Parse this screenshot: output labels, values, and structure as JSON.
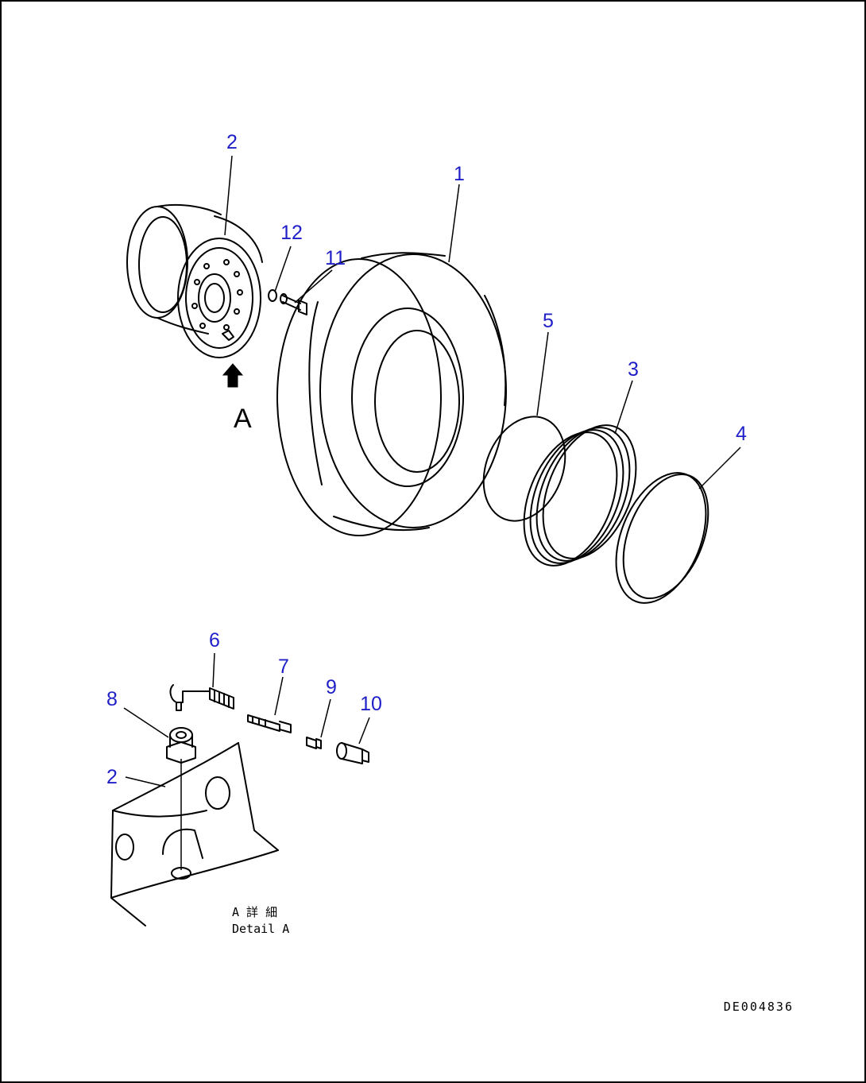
{
  "callouts": {
    "p1": "1",
    "p2_rim": "2",
    "p3": "3",
    "p4": "4",
    "p5": "5",
    "p6": "6",
    "p7": "7",
    "p8": "8",
    "p9": "9",
    "p10": "10",
    "p11": "11",
    "p12": "12",
    "p2_detail": "2"
  },
  "view_arrow_label": "A",
  "detail_caption": {
    "line1": "A 詳 細",
    "line2": "Detail A"
  },
  "drawing_number": "DE004836",
  "colors": {
    "callout": "#1f1fc8",
    "line": "#000000",
    "background": "#ffffff"
  }
}
